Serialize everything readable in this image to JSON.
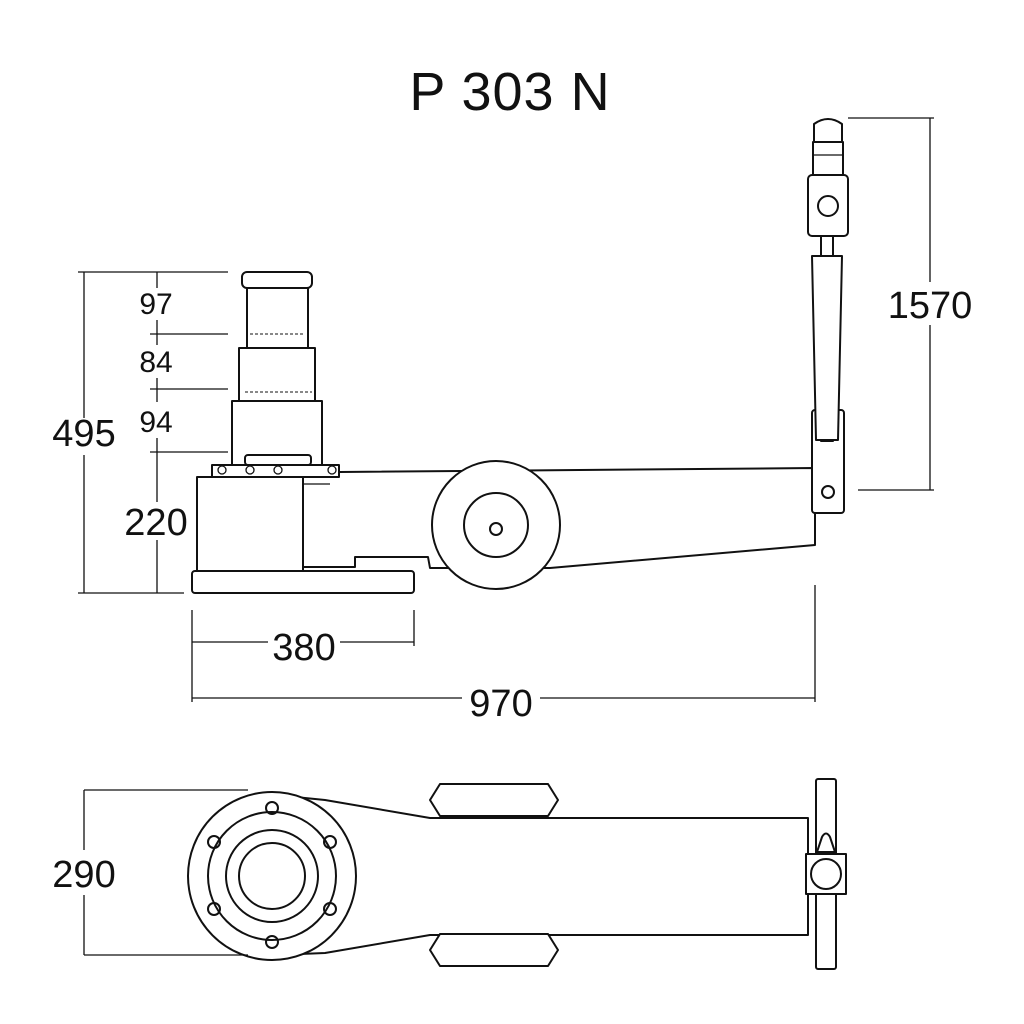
{
  "title": "P 303 N",
  "dimensions": {
    "stroke_1": "97",
    "stroke_2": "84",
    "stroke_3": "94",
    "total_height": "495",
    "min_height": "220",
    "base_length": "380",
    "overall_length": "970",
    "handle_height": "1570",
    "width": "290"
  }
}
